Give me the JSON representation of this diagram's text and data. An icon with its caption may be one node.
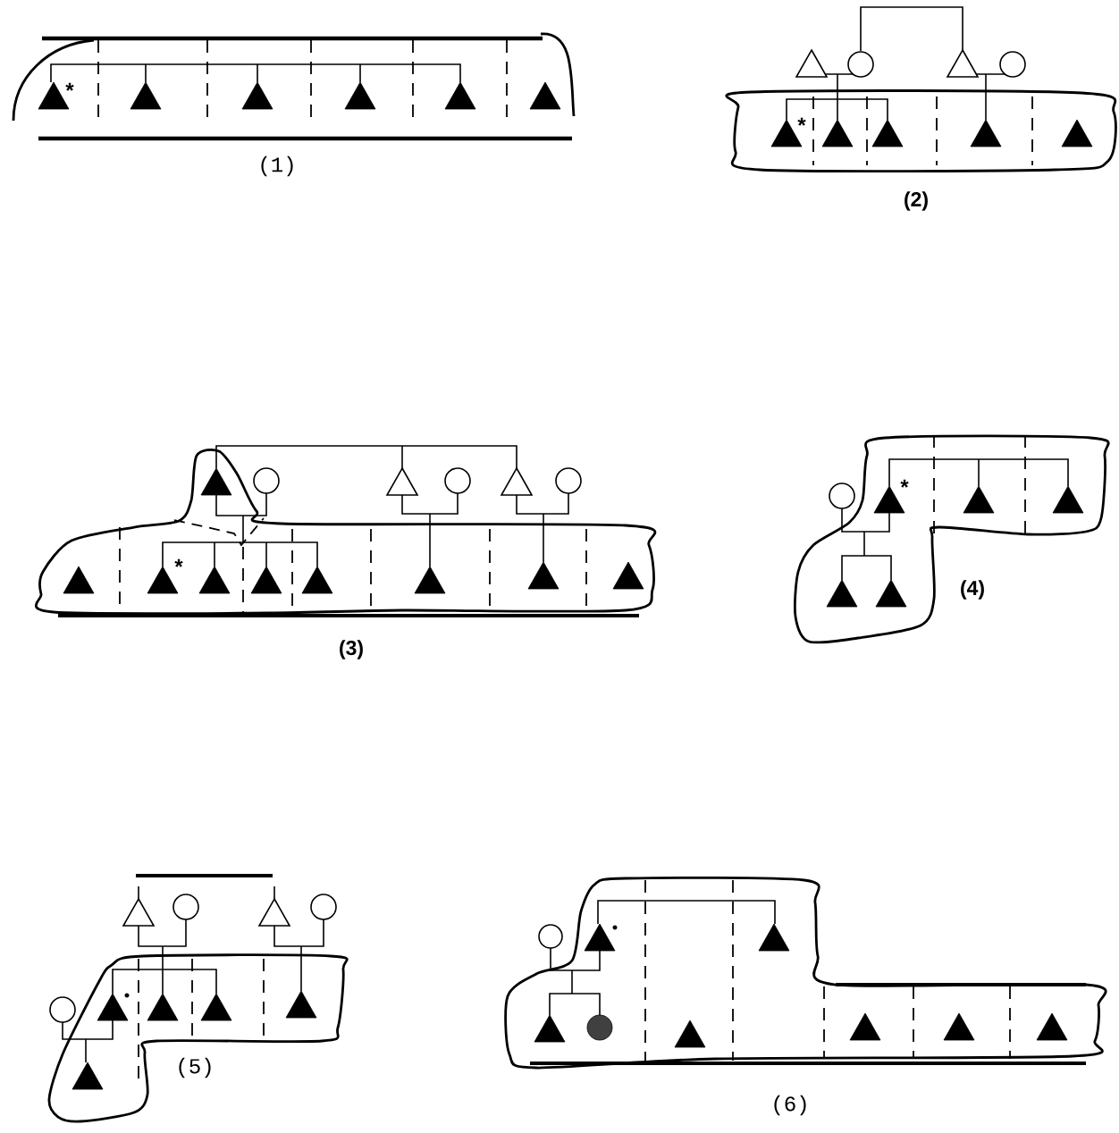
{
  "diagram": {
    "labels": [
      "*",
      "*",
      "(1)",
      "(2)",
      "*",
      "*",
      "(4)",
      "(3)",
      "(5)",
      "(6)"
    ]
  }
}
